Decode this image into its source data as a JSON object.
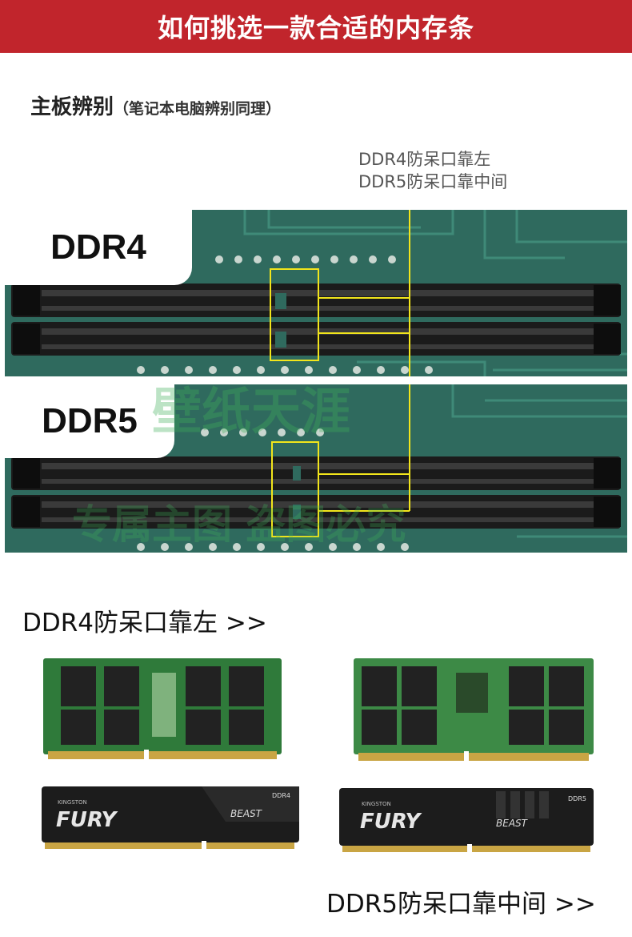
{
  "header": {
    "title": "如何挑选一款合适的内存条"
  },
  "section": {
    "title": "主板辨别",
    "subtitle": "（笔记本电脑辨别同理）"
  },
  "callout": {
    "line1": "DDR4防呆口靠左",
    "line2": "DDR5防呆口靠中间"
  },
  "boards": [
    {
      "label": "DDR4"
    },
    {
      "label": "DDR5"
    }
  ],
  "captions": {
    "ddr4": "DDR4防呆口靠左 >>",
    "ddr5": "DDR5防呆口靠中间 >>"
  },
  "modules": {
    "fury_ddr4": {
      "brand": "KINGSTON",
      "name": "FURY",
      "series": "BEAST",
      "type": "DDR4"
    },
    "fury_ddr5": {
      "brand": "KINGSTON",
      "name": "FURY",
      "series": "BEAST",
      "type": "DDR5"
    }
  },
  "watermark": {
    "line1": "壁纸天涯",
    "line2": "专属主图 盗图必究"
  },
  "colors": {
    "header_bg": "#c1252c",
    "board_green": "#2f6a5e",
    "callout_yellow": "#f2e51b",
    "slot_black": "#1b1b1b",
    "pcb_green": "#2f7a3a",
    "gold": "#c9a544"
  }
}
